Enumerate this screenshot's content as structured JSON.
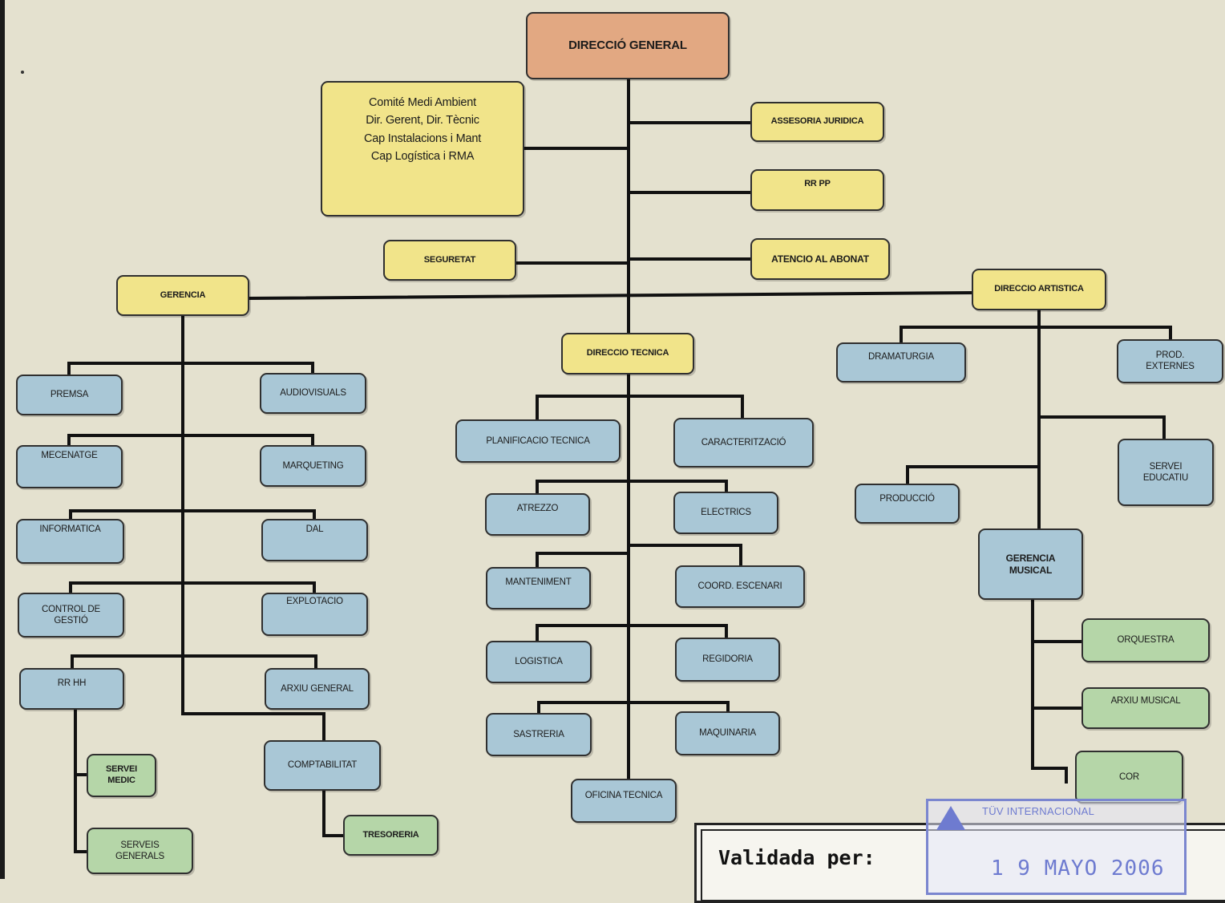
{
  "diagram": {
    "direccio_general": "DIRECCIÓ GENERAL",
    "comite": "Comité Medi  Ambient\nDir. Gerent, Dir. Tècnic\nCap Instalacions i Mant\nCap Logística i  RMA",
    "assessoria_juridica": "ASSESORIA JURIDICA",
    "rr_pp": "RR PP",
    "seguretat": "SEGURETAT",
    "atencio_abonat": "ATENCIO AL ABONAT",
    "gerencia": "GERENCIA",
    "direccio_artistica": "DIRECCIO ARTISTICA",
    "direccio_tecnica": "DIRECCIO TECNICA",
    "premsa": "PREMSA",
    "audiovisuals": "AUDIOVISUALS",
    "mecenatge": "MECENATGE",
    "marqueting": "MARQUETING",
    "informatica": "INFORMATICA",
    "dal": "DAL",
    "control_gestio": "CONTROL DE\nGESTIÓ",
    "explotacio": "EXPLOTACIO",
    "rr_hh": "RR HH",
    "arxiu_general": "ARXIU GENERAL",
    "servei_medic": "SERVEI\nMEDIC",
    "comptabilitat": "COMPTABILITAT",
    "tresoreria": "TRESORERIA",
    "serveis_generals": "SERVEIS\nGENERALS",
    "planificacio_tecnica": "PLANIFICACIO TECNICA",
    "caracteritzacio": "CARACTERITZACIÓ",
    "atrezzo": "ATREZZO",
    "electrics": "ELECTRICS",
    "manteniment": "MANTENIMENT",
    "coord_escenari": "COORD. ESCENARI",
    "logistica": "LOGISTICA",
    "regidoria": "REGIDORIA",
    "sastreria": "SASTRERIA",
    "maquinaria": "MAQUINARIA",
    "oficina_tecnica": "OFICINA TECNICA",
    "dramaturgia": "DRAMATURGIA",
    "prod_externes": "PROD.\nEXTERNES",
    "servei_educatiu": "SERVEI\nEDUCATIU",
    "produccio": "PRODUCCIÓ",
    "gerencia_musical": "GERENCIA\nMUSICAL",
    "orquestra": "ORQUESTRA",
    "arxiu_musical": "ARXIU MUSICAL",
    "cor": "COR"
  },
  "validation": {
    "label": "Validada per:"
  },
  "stamp": {
    "org": "TÜV INTERNACIONAL",
    "date": "1 9  MAYO 2006"
  },
  "colors": {
    "background": "#e4e1cf",
    "management": "#f1e48a",
    "department": "#a9c7d6",
    "unit": "#b5d6a8",
    "top": "#e2a882",
    "stamp": "#6e7bd0"
  }
}
